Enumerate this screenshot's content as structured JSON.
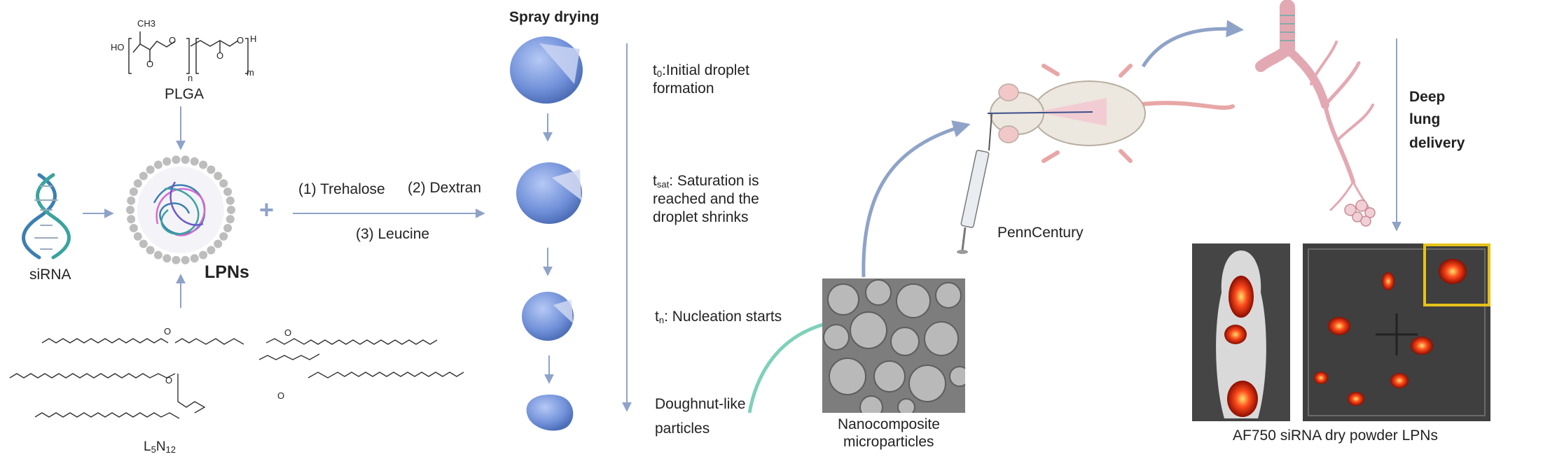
{
  "plga": {
    "label": "PLGA",
    "atoms": {
      "ch3": "CH3",
      "ho": "HO",
      "o": "O",
      "h": "H",
      "n": "n",
      "m": "m"
    }
  },
  "lpn": {
    "label": "LPNs",
    "sirna_label": "siRNA",
    "lipid_label_main": "L",
    "lipid_sub_1": "5",
    "lipid_mid": "N",
    "lipid_sub_2": "12",
    "plus": "+"
  },
  "excipients": {
    "trehalose": "(1) Trehalose",
    "dextran": "(2) Dextran",
    "leucine": "(3) Leucine"
  },
  "spray": {
    "title": "Spray drying",
    "t0_main": "t",
    "t0_sub": "0",
    "t0_text": ":Initial droplet",
    "t0_text2": "formation",
    "tsat_main": "t",
    "tsat_sub": "sat",
    "tsat_text": ": Saturation is",
    "tsat_text2": "reached and the",
    "tsat_text3": "droplet shrinks",
    "tn_main": "t",
    "tn_sub": "n",
    "tn_text": ": Nucleation starts",
    "donut_1": "Doughnut-like",
    "donut_2": "particles"
  },
  "micro": {
    "label_1": "Nanocomposite",
    "label_2": "microparticles"
  },
  "device": {
    "label": "PennCentury"
  },
  "delivery": {
    "label_1": "Deep",
    "label_2": "lung",
    "label_3": "delivery"
  },
  "imaging": {
    "caption": "AF750 siRNA dry powder LPNs"
  },
  "colors": {
    "arrow": "#8fa3c8",
    "teal": "#7fd1b9",
    "particle": "#7d9de0",
    "bead": "#bdbdbd",
    "lung": "#e7b7bf",
    "hot": "#ff3b1f",
    "frame": "#e6c21a"
  }
}
